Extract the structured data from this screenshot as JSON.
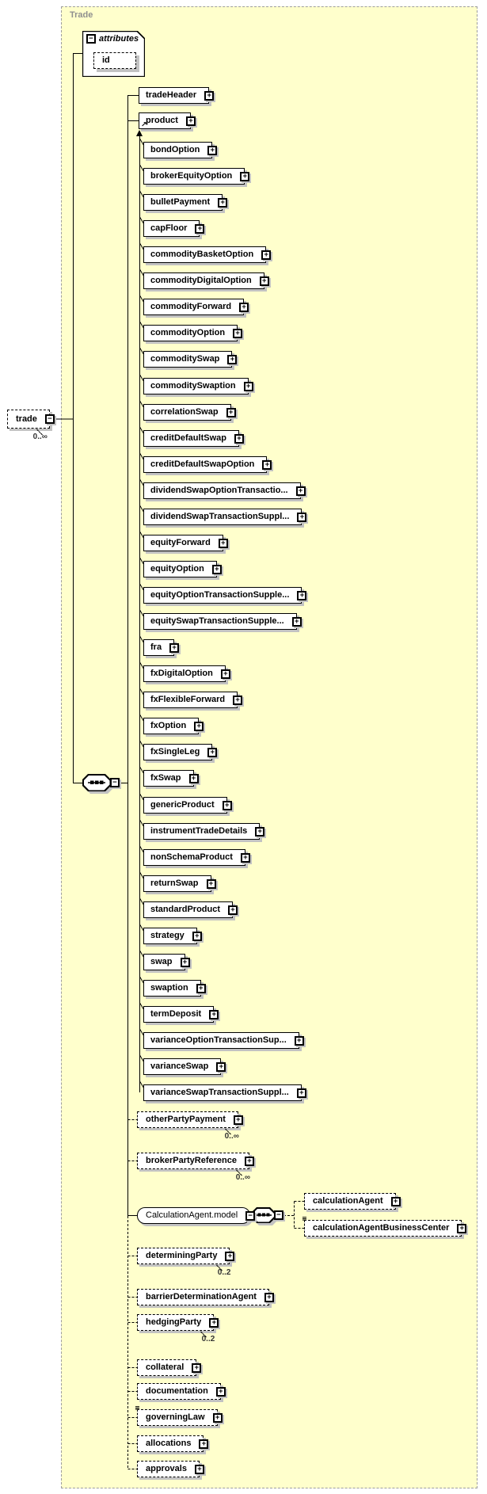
{
  "diagram": {
    "title": "Trade",
    "root": {
      "label": "trade",
      "occurrence": "0..∞"
    },
    "attributes": {
      "header": "attributes",
      "items": [
        {
          "label": "id"
        }
      ]
    },
    "children_top": [
      {
        "label": "tradeHeader"
      },
      {
        "label": "product",
        "substitution_head": true
      }
    ],
    "products": [
      {
        "label": "bondOption"
      },
      {
        "label": "brokerEquityOption"
      },
      {
        "label": "bulletPayment"
      },
      {
        "label": "capFloor"
      },
      {
        "label": "commodityBasketOption"
      },
      {
        "label": "commodityDigitalOption"
      },
      {
        "label": "commodityForward"
      },
      {
        "label": "commodityOption"
      },
      {
        "label": "commoditySwap"
      },
      {
        "label": "commoditySwaption"
      },
      {
        "label": "correlationSwap"
      },
      {
        "label": "creditDefaultSwap"
      },
      {
        "label": "creditDefaultSwapOption"
      },
      {
        "label": "dividendSwapOptionTransactio..."
      },
      {
        "label": "dividendSwapTransactionSuppl..."
      },
      {
        "label": "equityForward"
      },
      {
        "label": "equityOption"
      },
      {
        "label": "equityOptionTransactionSupple..."
      },
      {
        "label": "equitySwapTransactionSupple..."
      },
      {
        "label": "fra"
      },
      {
        "label": "fxDigitalOption"
      },
      {
        "label": "fxFlexibleForward"
      },
      {
        "label": "fxOption"
      },
      {
        "label": "fxSingleLeg"
      },
      {
        "label": "fxSwap"
      },
      {
        "label": "genericProduct"
      },
      {
        "label": "instrumentTradeDetails"
      },
      {
        "label": "nonSchemaProduct"
      },
      {
        "label": "returnSwap"
      },
      {
        "label": "standardProduct"
      },
      {
        "label": "strategy"
      },
      {
        "label": "swap"
      },
      {
        "label": "swaption"
      },
      {
        "label": "termDeposit"
      },
      {
        "label": "varianceOptionTransactionSup..."
      },
      {
        "label": "varianceSwap"
      },
      {
        "label": "varianceSwapTransactionSuppl..."
      }
    ],
    "children_bottom": [
      {
        "label": "otherPartyPayment",
        "occurrence": "0..∞"
      },
      {
        "label": "brokerPartyReference",
        "occurrence": "0..∞"
      },
      {
        "label": "CalculationAgent.model",
        "type": "group",
        "expanded": true
      },
      {
        "label": "determiningParty",
        "occurrence": "0..2"
      },
      {
        "label": "barrierDeterminationAgent"
      },
      {
        "label": "hedgingParty",
        "occurrence": "0..2"
      },
      {
        "label": "collateral"
      },
      {
        "label": "documentation"
      },
      {
        "label": "governingLaw",
        "annotated": true
      },
      {
        "label": "allocations"
      },
      {
        "label": "approvals"
      }
    ],
    "calculation_agent_children": [
      {
        "label": "calculationAgent"
      },
      {
        "label": "calculationAgentBusinessCenter",
        "annotated": true
      }
    ],
    "colors": {
      "canvas": "#ffffcc",
      "box_fill": "#ffffff",
      "box_border": "#000000",
      "box_shadow": "#c2c2c2",
      "frame_border": "#9e9e9e",
      "frame_title": "#8f8f8f"
    }
  }
}
